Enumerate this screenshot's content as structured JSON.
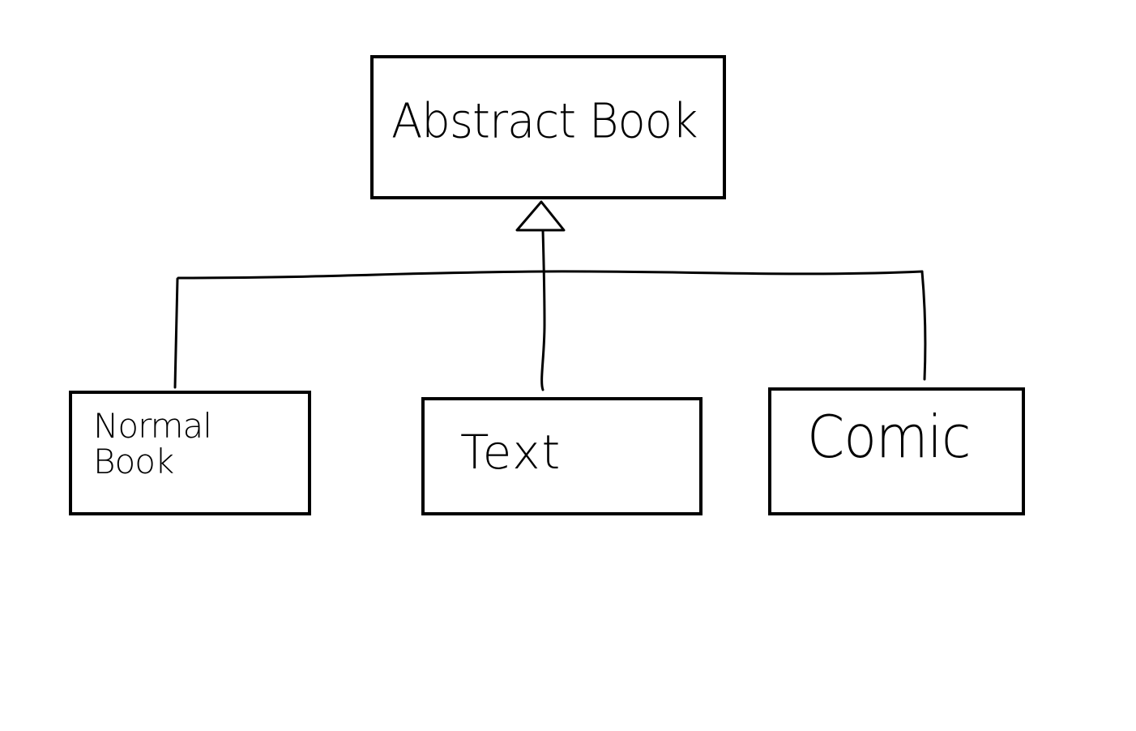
{
  "diagram": {
    "nodes": [
      {
        "id": "abstract-book",
        "label": "Abstract Book"
      },
      {
        "id": "normal-book",
        "label": "Normal Book"
      },
      {
        "id": "text",
        "label": "Text"
      },
      {
        "id": "comic",
        "label": "Comic"
      }
    ],
    "edges": [
      {
        "from": "normal-book",
        "to": "abstract-book",
        "type": "generalization"
      },
      {
        "from": "text",
        "to": "abstract-book",
        "type": "generalization"
      },
      {
        "from": "comic",
        "to": "abstract-book",
        "type": "generalization"
      }
    ],
    "colors": {
      "stroke": "#000000",
      "background": "#ffffff"
    }
  }
}
